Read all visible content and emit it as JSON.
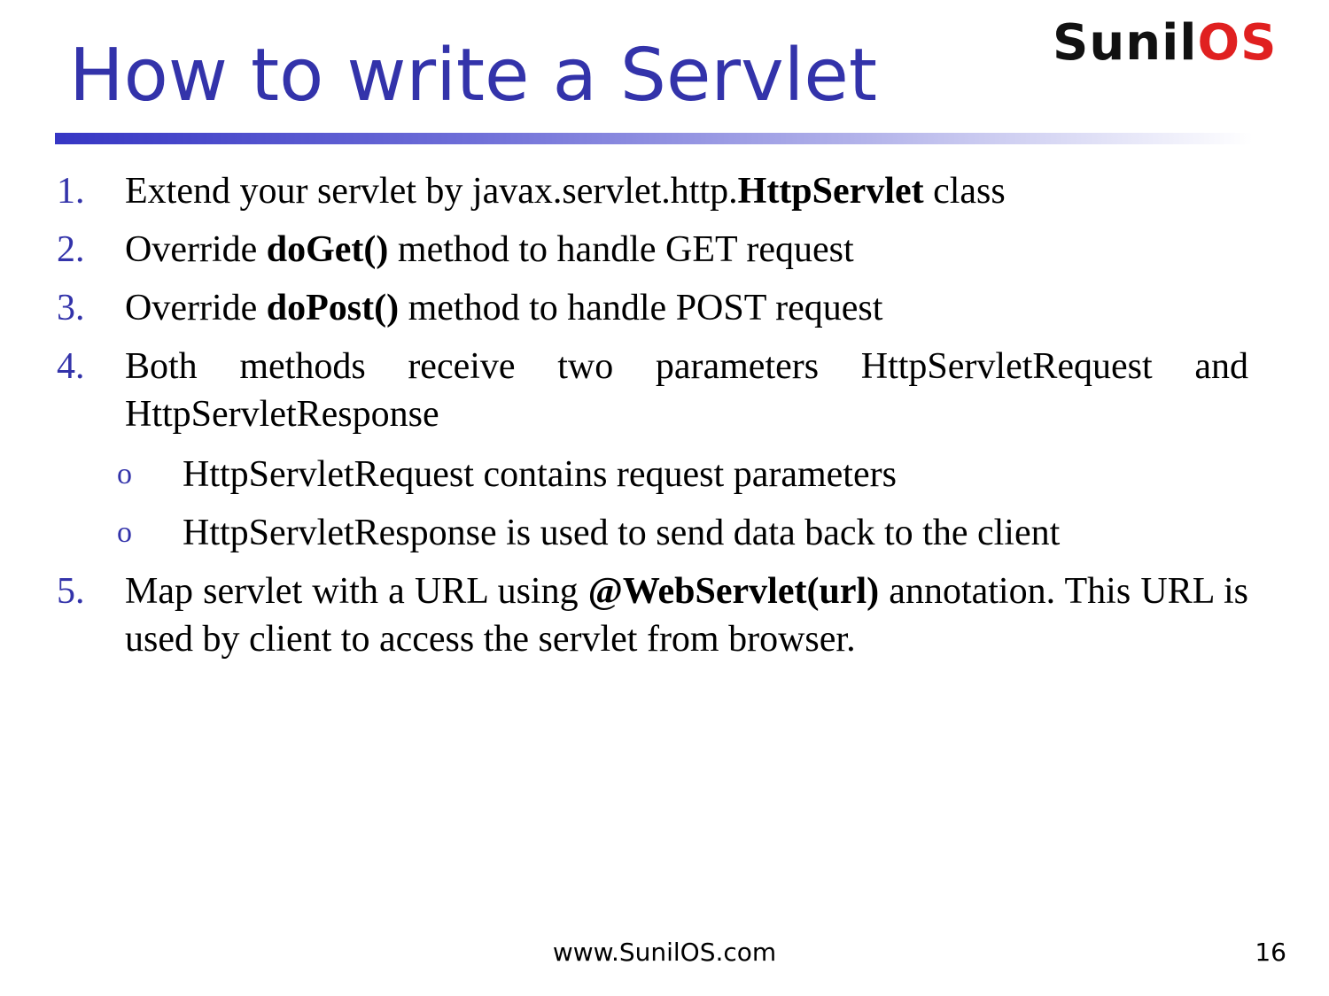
{
  "slide": {
    "title": "How to write a Servlet",
    "logo": {
      "part1": "Sunil",
      "part2": "OS",
      "color_dark": "#111111",
      "color_red": "#e02020"
    },
    "accent_color": "#3333aa",
    "items": [
      {
        "num": "1.",
        "t1": "Extend your servlet by javax.servlet.http.",
        "b1": "HttpServlet",
        "t2": " class"
      },
      {
        "num": "2.",
        "t1": "Override ",
        "b1": "doGet()",
        "t2": " method to handle GET request"
      },
      {
        "num": "3.",
        "t1": "Override ",
        "b1": "doPost()",
        "t2": " method to handle POST request"
      },
      {
        "num": "4.",
        "text": "Both methods receive two parameters HttpServletRequest and HttpServletResponse"
      },
      {
        "num": "5.",
        "t1": "Map servlet with a URL using ",
        "b1": "@WebServlet(url)",
        "t2": " annotation. This URL is used by client to access the servlet from browser."
      }
    ],
    "sub_items": [
      {
        "bullet": "o",
        "text": "HttpServletRequest contains request parameters"
      },
      {
        "bullet": "o",
        "text": "HttpServletResponse is used to send data back to the client"
      }
    ],
    "footer": "www.SunilOS.com",
    "page_number": "16"
  }
}
